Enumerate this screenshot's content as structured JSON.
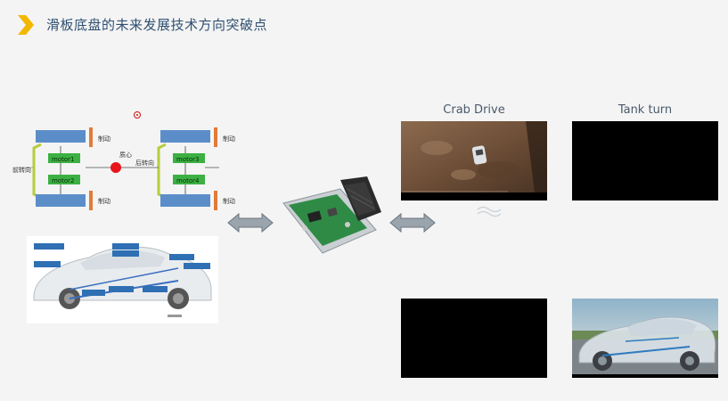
{
  "slide": {
    "title": "滑板底盘的未来发展技术方向突破点"
  },
  "chassis_diagram": {
    "brake_label": "制动",
    "front_steer_label": "前转向",
    "rear_steer_label": "后转向",
    "center_label": "质心",
    "motors": [
      "motor1",
      "motor2",
      "motor3",
      "motor4"
    ]
  },
  "videos": {
    "crab_drive": {
      "label": "Crab Drive"
    },
    "tank_turn": {
      "label": "Tank turn"
    }
  },
  "colors": {
    "accent_yellow": "#f2b800",
    "wheel_blue": "#5b8ec9",
    "brake_orange": "#e07b39",
    "motor_green": "#3cb043",
    "center_red": "#e8141b",
    "axle_green": "#b8cc3c",
    "title_blue": "#2f4f72"
  }
}
